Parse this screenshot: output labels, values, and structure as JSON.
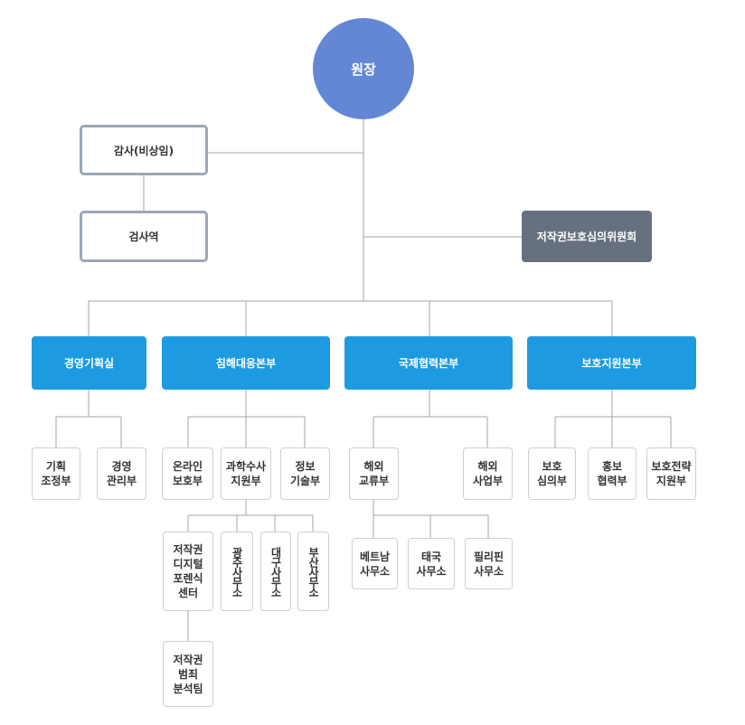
{
  "org": {
    "director": "원장",
    "auditor": "감사(비상임)",
    "inspector": "검사역",
    "committee": "저작권보호심의위원회",
    "divisions": [
      "경영기획실",
      "침해대응본부",
      "국제협력본부",
      "보호지원본부"
    ],
    "mgmt_units": [
      "기획\n조정부",
      "경영\n관리부"
    ],
    "infringe_units": [
      "온라인\n보호부",
      "과학수사\n지원부",
      "정보\n기술부"
    ],
    "forensic_units": [
      "저작권\n디지털\n포렌식\n센터",
      "광주사무소",
      "대구사무소",
      "부산사무소"
    ],
    "analysis_team": "저작권\n범죄\n분석팀",
    "intl_units": [
      "해외\n교류부",
      "해외\n사업부"
    ],
    "offices": [
      "베트남\n사무소",
      "태국\n사무소",
      "필리핀\n사무소"
    ],
    "protect_units": [
      "보호\n심의부",
      "홍보\n협력부",
      "보호전략\n지원부"
    ]
  },
  "colors": {
    "director": "#6387d4",
    "division": "#1e9be0",
    "committee": "#66707f",
    "line": "#a6a6a6"
  }
}
